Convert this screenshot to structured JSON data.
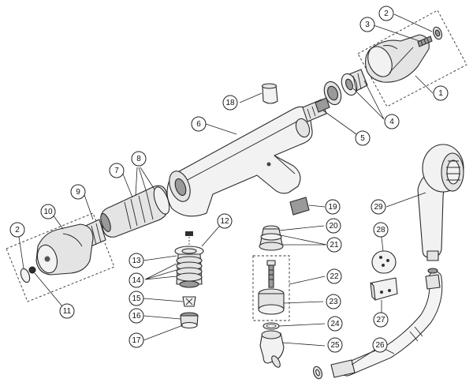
{
  "diagram": {
    "type": "exploded-parts-diagram",
    "callouts": [
      "1",
      "2",
      "3",
      "4",
      "5",
      "6",
      "7",
      "8",
      "9",
      "10",
      "11",
      "12",
      "13",
      "14",
      "15",
      "16",
      "17",
      "18",
      "19",
      "20",
      "21",
      "22",
      "23",
      "24",
      "25",
      "26",
      "27",
      "28",
      "29"
    ],
    "side_labels": [
      "2",
      "11"
    ]
  }
}
